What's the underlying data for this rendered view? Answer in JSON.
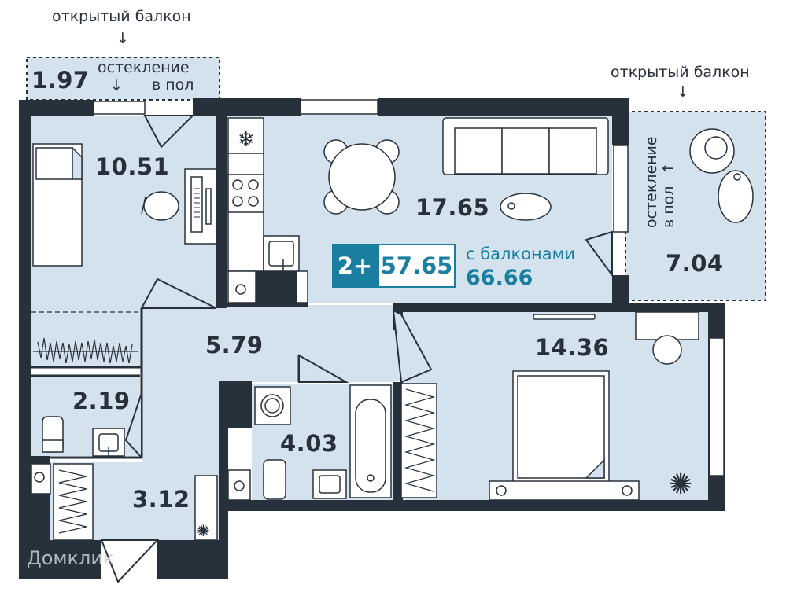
{
  "colors": {
    "floor": "#d3e2ec",
    "wall": "#27313b",
    "accent": "#1a7ea1",
    "furniture": "#ffffff",
    "outline": "#27313b",
    "watermark": "#c9d1d8"
  },
  "notes": {
    "open_balcony_left": "открытый балкон",
    "open_balcony_right": "открытый балкон",
    "glazing_left_line1": "остекление",
    "glazing_left_line2": "в пол",
    "glazing_right_line1": "остекление",
    "glazing_right_line2": "в пол",
    "arrow_down": "↓",
    "arrow_up": "↑"
  },
  "rooms": {
    "balcony_left": "1.97",
    "bedroom_left": "10.51",
    "living_kitchen": "17.65",
    "balcony_right": "7.04",
    "hall": "5.79",
    "toilet": "2.19",
    "bathroom": "4.03",
    "entrance": "3.12",
    "bedroom_right": "14.36"
  },
  "summary": {
    "rooms_count": "2+",
    "total_area": "57.65",
    "with_balconies_label": "с балконами",
    "with_balconies_value": "66.66"
  },
  "icons": {
    "fridge": "snowflake-icon",
    "plant": "plant-icon",
    "watermark": "domclick-logo-icon"
  },
  "watermark": "Домклик"
}
